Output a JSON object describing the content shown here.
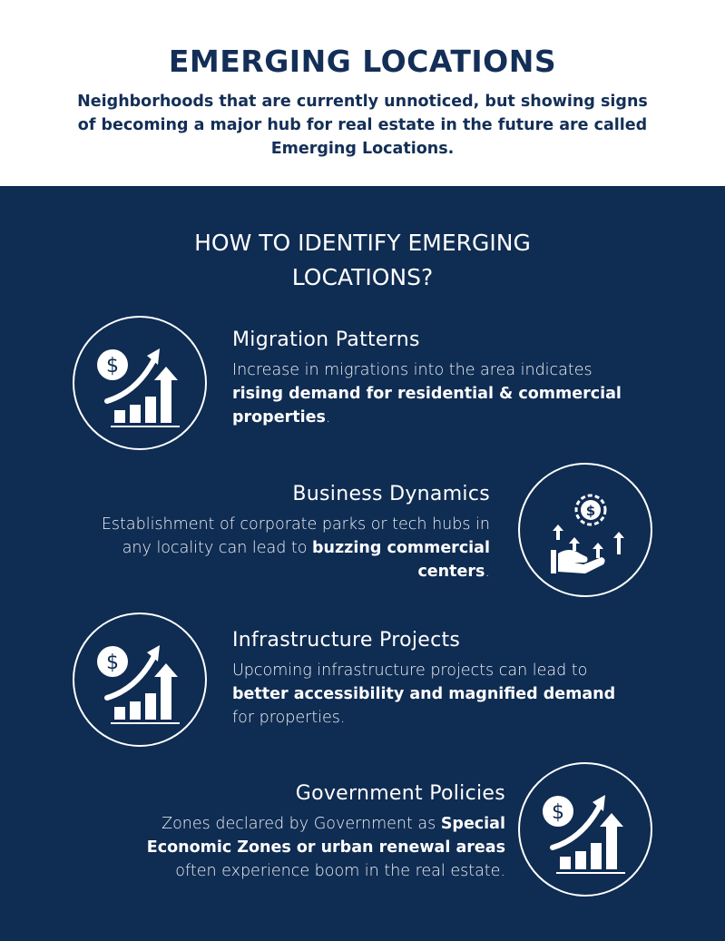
{
  "header": {
    "title": "EMERGING LOCATIONS",
    "subtitle": "Neighborhoods that are currently unnoticed, but showing signs of becoming a major hub for real estate in the future are called Emerging Locations."
  },
  "section": {
    "heading_line1": "HOW TO IDENTIFY EMERGING",
    "heading_line2": "LOCATIONS?"
  },
  "items": [
    {
      "title": "Migration Patterns",
      "icon": "growth-chart-icon",
      "body": [
        "Increase in migrations into the area indicates ",
        "rising demand for residential & commercial properties",
        "."
      ]
    },
    {
      "title": "Business Dynamics",
      "icon": "hand-money-growth-icon",
      "body": [
        "Establishment of corporate parks or tech hubs in any locality can lead  to ",
        "buzzing commercial centers",
        "."
      ]
    },
    {
      "title": "Infrastructure Projects",
      "icon": "growth-chart-icon",
      "body": [
        "Upcoming infrastructure projects can lead to ",
        "better accessibility and magnified demand",
        " for properties."
      ]
    },
    {
      "title": "Government Policies",
      "icon": "growth-chart-icon",
      "body": [
        "Zones declared by Government as ",
        "Special Economic Zones or urban renewal areas",
        " often experience boom in the real estate."
      ]
    }
  ],
  "colors": {
    "navy": "#0f2c52",
    "title": "#132f57"
  }
}
